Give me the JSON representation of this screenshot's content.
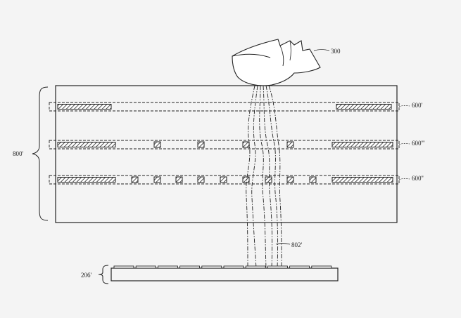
{
  "figure": {
    "labels": {
      "finger": "300",
      "stack": "800'",
      "layer_top": "600'",
      "layer_middle": "600'''",
      "layer_bottom": "600''",
      "light_paths": "802'",
      "sensor": "206'"
    },
    "colors": {
      "line": "#222222",
      "background": "#f4f4f4"
    },
    "icons": {
      "finger": "finger-tip-icon",
      "electrode": "hatched-electrode-icon",
      "pixel": "hatched-pixel-icon"
    }
  }
}
